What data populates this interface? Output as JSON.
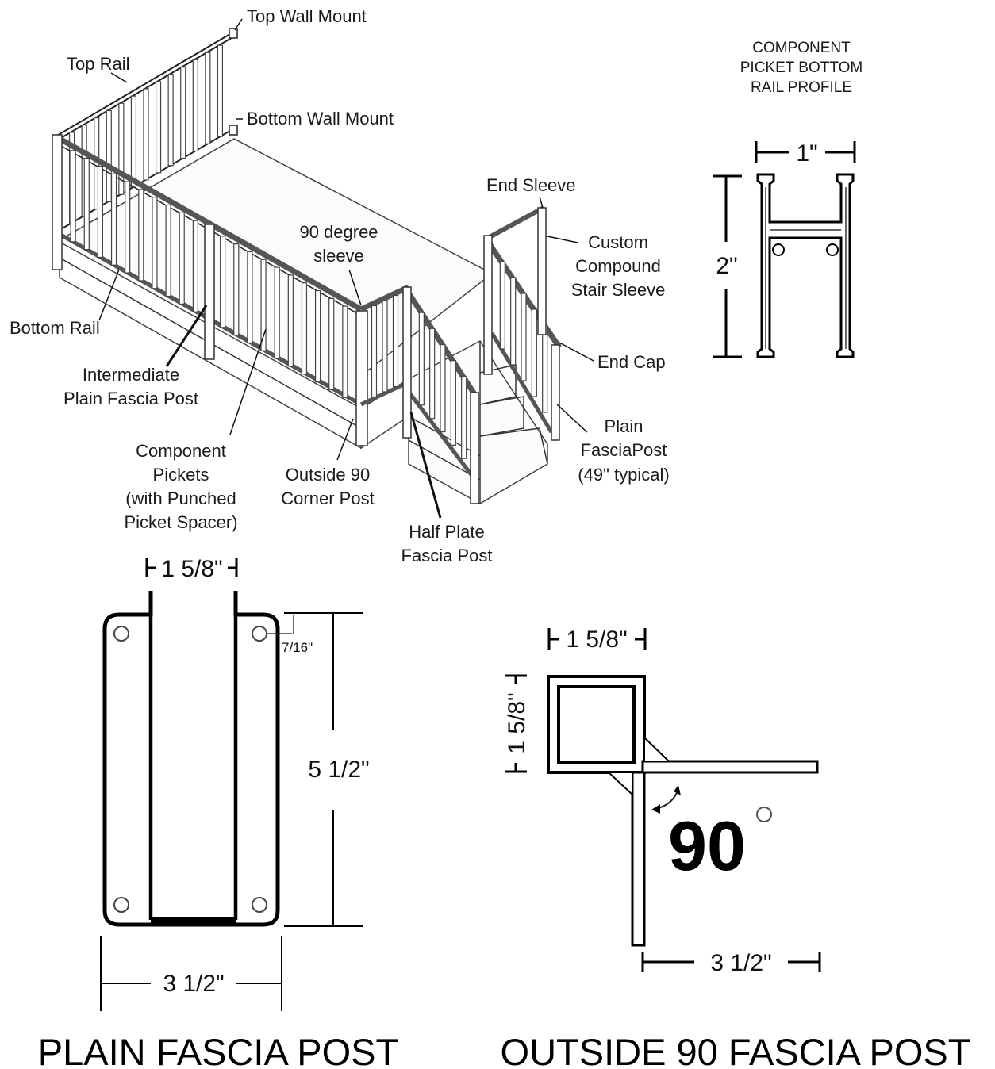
{
  "callouts": {
    "top_wall_mount": "Top Wall Mount",
    "top_rail": "Top Rail",
    "bottom_wall_mount": "Bottom Wall Mount",
    "end_sleeve": "End Sleeve",
    "degree_sleeve_1": "90 degree",
    "degree_sleeve_2": "sleeve",
    "stair_sleeve_1": "Custom",
    "stair_sleeve_2": "Compound",
    "stair_sleeve_3": "Stair Sleeve",
    "bottom_rail": "Bottom Rail",
    "end_cap": "End Cap",
    "intermediate_1": "Intermediate",
    "intermediate_2": "Plain Fascia Post",
    "plain_post_1": "Plain",
    "plain_post_2": "FasciaPost",
    "plain_post_3": "(49\" typical)",
    "pickets_1": "Component",
    "pickets_2": "Pickets",
    "pickets_3": "(with Punched",
    "pickets_4": "Picket Spacer)",
    "corner_1": "Outside 90",
    "corner_2": "Corner Post",
    "half_plate_1": "Half Plate",
    "half_plate_2": "Fascia Post"
  },
  "profile": {
    "title_1": "COMPONENT",
    "title_2": "PICKET BOTTOM",
    "title_3": "RAIL PROFILE",
    "width": "1\"",
    "height": "2\""
  },
  "plain_post": {
    "top_width": "1 5/8\"",
    "hole_offset": "7/16\"",
    "height": "5 1/2\"",
    "width": "3 1/2\"",
    "caption": "PLAIN FASCIA POST"
  },
  "outside_post": {
    "top_width": "1 5/8\"",
    "side_height": "1 5/8\"",
    "angle": "90",
    "width": "3 1/2\"",
    "caption": "OUTSIDE 90 FASCIA POST"
  }
}
